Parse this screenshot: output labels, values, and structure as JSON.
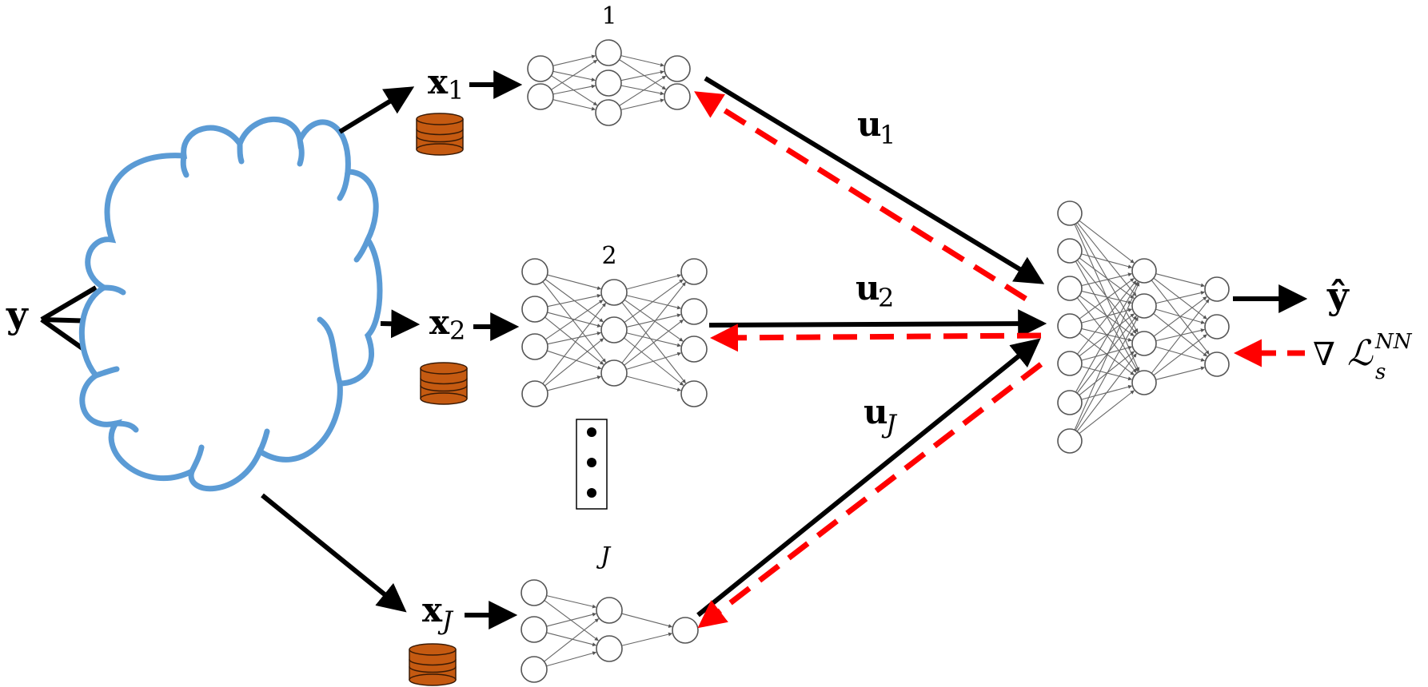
{
  "colors": {
    "cloud": "#5b9bd5",
    "database": "#c55a11",
    "database_stroke": "#3a1a05",
    "forward_arrow": "#000000",
    "gradient_arrow": "#ff0000"
  },
  "labels": {
    "input": "y",
    "output_hat": "ŷ",
    "loss_nabla": "∇",
    "loss_symbol": "ℒ",
    "loss_sub": "s",
    "loss_sup": "NN",
    "nets": [
      {
        "id": "1",
        "x_base": "x",
        "x_sub": "1",
        "u_base": "u",
        "u_sub": "1"
      },
      {
        "id": "2",
        "x_base": "x",
        "x_sub": "2",
        "u_base": "u",
        "u_sub": "2"
      },
      {
        "id": "J",
        "x_base": "x",
        "x_sub": "J",
        "u_base": "u",
        "u_sub": "J"
      }
    ]
  },
  "icons": {
    "database": "database-cylinder-icon",
    "ellipsis": "vertical-ellipsis-icon",
    "cloud": "cloud-shape"
  }
}
